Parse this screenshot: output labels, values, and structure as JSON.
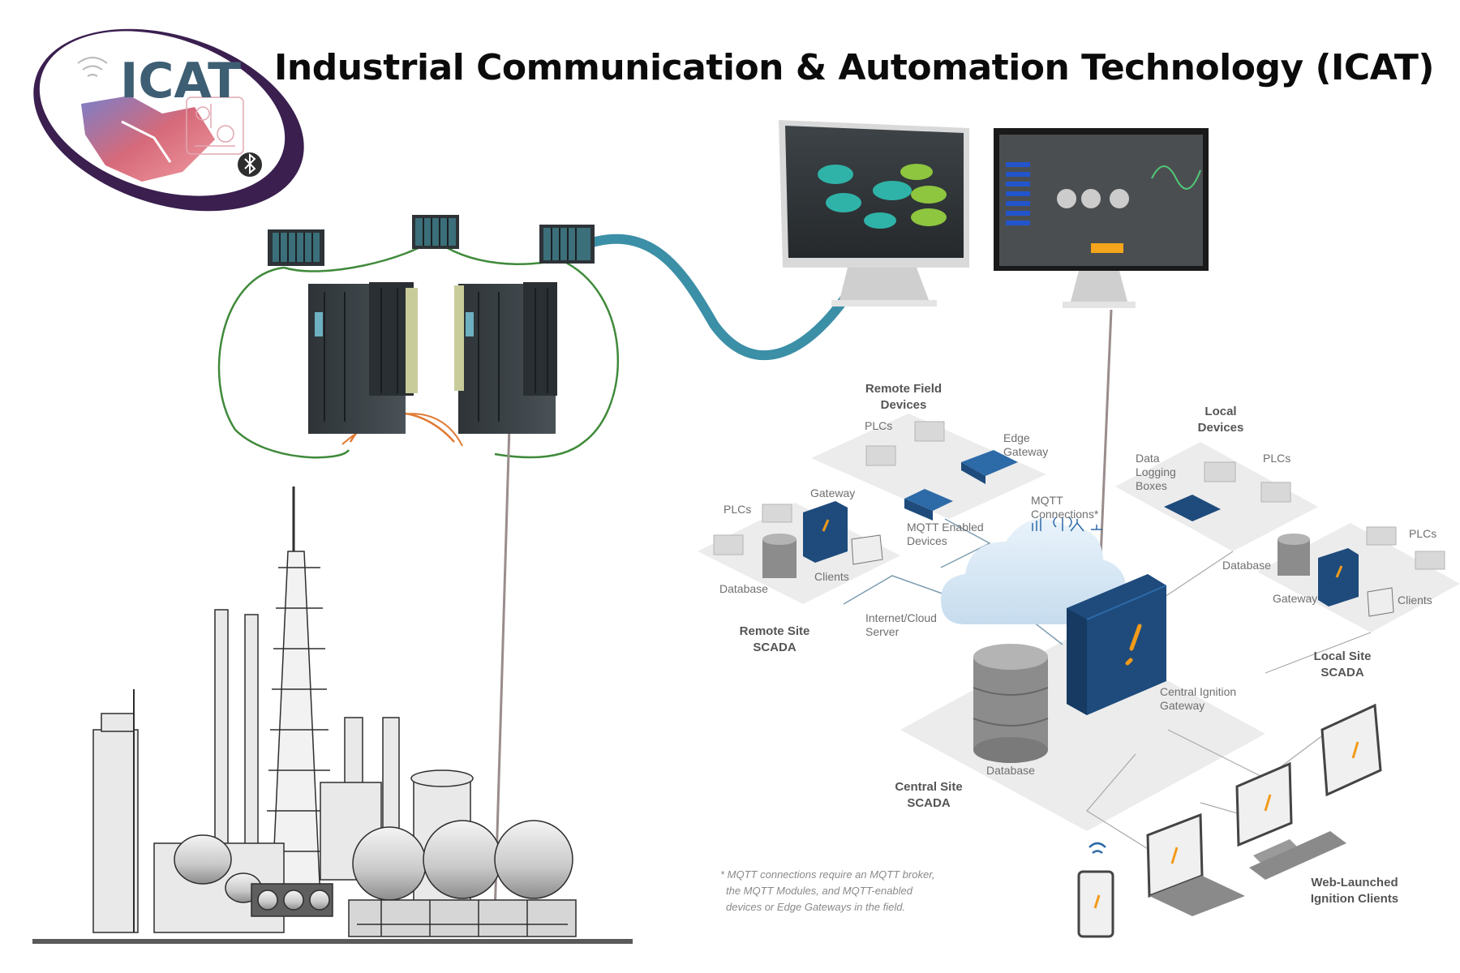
{
  "header": {
    "title": "Industrial Communication & Automation Technology (ICAT)"
  },
  "logo": {
    "text": "ICAT"
  },
  "diagram": {
    "remote_field_devices": {
      "title_line1": "Remote Field",
      "title_line2": "Devices",
      "plcs": "PLCs",
      "edge_gateway_1": "Edge",
      "edge_gateway_2": "Gateway",
      "mqtt_devices_1": "MQTT Enabled",
      "mqtt_devices_2": "Devices"
    },
    "mqtt": {
      "line1": "MQTT",
      "line2": "Connections*"
    },
    "remote_site": {
      "title_line1": "Remote Site",
      "title_line2": "SCADA",
      "plcs": "PLCs",
      "gateway": "Gateway",
      "database": "Database",
      "clients": "Clients"
    },
    "cloud": {
      "line1": "Internet/Cloud",
      "line2": "Server"
    },
    "local_devices": {
      "title_line1": "Local",
      "title_line2": "Devices",
      "data_logging_1": "Data",
      "data_logging_2": "Logging",
      "data_logging_3": "Boxes",
      "plcs": "PLCs"
    },
    "local_site": {
      "title_line1": "Local Site",
      "title_line2": "SCADA",
      "plcs": "PLCs",
      "database": "Database",
      "gateway": "Gateway",
      "clients": "Clients"
    },
    "central": {
      "gateway_1": "Central Ignition",
      "gateway_2": "Gateway",
      "database": "Database",
      "title_line1": "Central Site",
      "title_line2": "SCADA"
    },
    "web_clients": {
      "line1": "Web-Launched",
      "line2": "Ignition Clients"
    },
    "footnote": {
      "line1": "* MQTT connections require an MQTT broker,",
      "line2": "the MQTT Modules, and MQTT-enabled",
      "line3": "devices or Edge Gateways in the field."
    }
  }
}
